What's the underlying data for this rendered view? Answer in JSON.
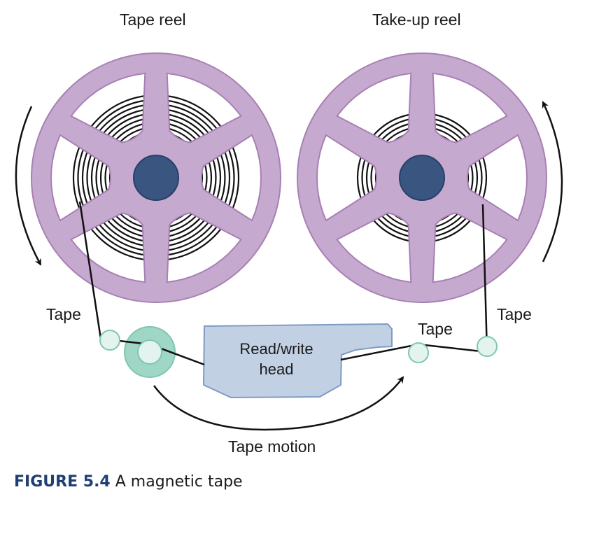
{
  "labels": {
    "tape_reel": "Tape reel",
    "takeup_reel": "Take-up reel",
    "tape_left": "Tape",
    "tape_right": "Tape",
    "tape_middle": "Tape",
    "head_line1": "Read/write",
    "head_line2": "head",
    "tape_motion": "Tape motion"
  },
  "caption": {
    "figure": "FIGURE 5.4",
    "text": "A magnetic tape"
  },
  "colors": {
    "reel_fill": "#c6a9cf",
    "reel_stroke": "#a780b4",
    "hub": "#3a5580",
    "hub_stroke": "#27406a",
    "tape": "#111111",
    "head_fill": "#c2d0e4",
    "head_stroke": "#7f9bc4",
    "roller_fill": "#e3f3ee",
    "roller_stroke": "#7fc6b3",
    "capstan": "#9fd6c6"
  }
}
